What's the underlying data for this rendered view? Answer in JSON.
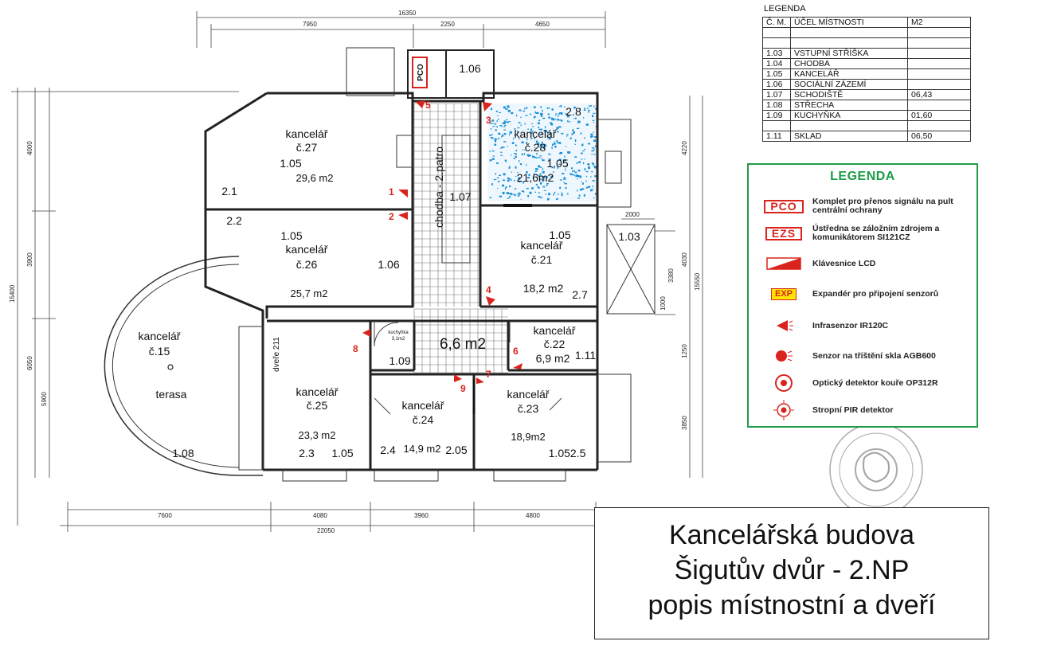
{
  "dimensions": {
    "top_total": "16350",
    "top_a": "7950",
    "top_b": "2250",
    "top_c": "4650",
    "bottom_total": "22050",
    "bottom_a": "7600",
    "bottom_b": "4080",
    "bottom_c": "3960",
    "bottom_d": "4800",
    "left_total": "15400",
    "left_a": "4000",
    "left_b": "3900",
    "left_c": "6050",
    "left_d": "5900",
    "right_a": "4220",
    "right_b": "4030",
    "right_c": "3380",
    "right_d": "1000",
    "right_e": "1250",
    "right_f": "3850",
    "right_total": "15550",
    "porch_w": "2000"
  },
  "rooms": [
    {
      "name": "kancelář",
      "num": "č.27",
      "code": "1.05",
      "area": "29,6 m2",
      "extra": "2.1"
    },
    {
      "name": "kancelář",
      "num": "č.26",
      "code": "1.05",
      "area": "25,7 m2",
      "extra": "2.2",
      "extra2": "1.06"
    },
    {
      "name": "kancelář",
      "num": "č.28",
      "code": "1.05",
      "area": "21,6m2",
      "extra": "2.8"
    },
    {
      "name": "kancelář",
      "num": "č.21",
      "code": "1.05",
      "area": "18,2 m2",
      "extra": "2.7"
    },
    {
      "name": "kancelář",
      "num": "č.22",
      "code": "1.11",
      "area": "6,9 m2"
    },
    {
      "name": "kancelář",
      "num": "č.25",
      "code": "1.05",
      "area": "23,3 m2",
      "extra": "2.3"
    },
    {
      "name": "kancelář",
      "num": "č.24",
      "code": "2.05",
      "area": "14,9 m2",
      "extra": "2.4"
    },
    {
      "name": "kancelář",
      "num": "č.23",
      "code": "1.052.5",
      "area": "18,9m2"
    },
    {
      "name": "kancelář",
      "num": "č.15",
      "code": "1.08",
      "extra": "terasa"
    }
  ],
  "labels": {
    "corridor": "chodba - 2.patro",
    "corridor_code": "1.07",
    "hall_area": "6,6 m2",
    "porch": "1.03",
    "toilet": "1.06",
    "kitchen": "1.09",
    "kitchen_small": "kuchyňka",
    "kitchen_small_area": "3,1m2",
    "door211": "dveře 211",
    "pco": "PCO"
  },
  "markers": [
    "1",
    "2",
    "3",
    "4",
    "5",
    "6",
    "7",
    "8",
    "9"
  ],
  "legend_table": {
    "title": "LEGENDA",
    "header": [
      "Č. M.",
      "ÚČEL MÍSTNOSTI",
      "M2"
    ],
    "rows": [
      [
        "",
        "",
        ""
      ],
      [
        "",
        "",
        ""
      ],
      [
        "1.03",
        "VSTUPNÍ STŘÍŠKA",
        ""
      ],
      [
        "1.04",
        "CHODBA",
        ""
      ],
      [
        "1.05",
        "KANCELÁŘ",
        ""
      ],
      [
        "1.06",
        "SOCIÁLNÍ ZÁZEMÍ",
        ""
      ],
      [
        "1.07",
        "SCHODIŠTĚ",
        "06,43"
      ],
      [
        "1.08",
        "STŘECHA",
        ""
      ],
      [
        "1.09",
        "KUCHYŇKA",
        "01,60"
      ],
      [
        "",
        "",
        ""
      ],
      [
        "1.11",
        "SKLAD",
        "06,50"
      ]
    ]
  },
  "sensor_legend": {
    "title": "LEGENDA",
    "items": [
      {
        "symbol": "PCO",
        "icon": "pco-box",
        "text": "Komplet pro přenos signálu na pult centrální ochrany"
      },
      {
        "symbol": "EZS",
        "icon": "ezs-box",
        "text": "Ústředna se záložním zdrojem a komunikátorem SI121CZ"
      },
      {
        "symbol": "",
        "icon": "keypad-icon",
        "text": "Klávesnice LCD"
      },
      {
        "symbol": "EXP",
        "icon": "exp-box",
        "text": "Expandér pro připojení senzorů"
      },
      {
        "symbol": "",
        "icon": "infrared-sensor-icon",
        "text": "Infrasenzor IR120C"
      },
      {
        "symbol": "",
        "icon": "glass-break-icon",
        "text": "Senzor na tříštění skla AGB600"
      },
      {
        "symbol": "",
        "icon": "smoke-detector-icon",
        "text": "Optický detektor kouře OP312R"
      },
      {
        "symbol": "",
        "icon": "ceiling-pir-icon",
        "text": "Stropní PIR detektor"
      }
    ]
  },
  "title": {
    "line1": "Kancelářská budova",
    "line2": "Šigutův dvůr - 2.NP",
    "line3": "popis místnostní a dveří"
  },
  "colors": {
    "accent": "#1e9b47",
    "sensor": "#d9231d",
    "hatch": "#1a8ed6"
  }
}
